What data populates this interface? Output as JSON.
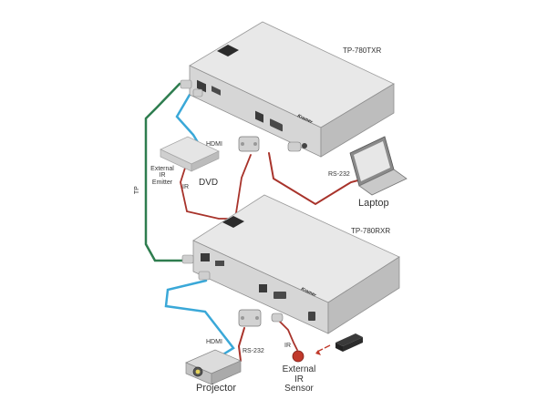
{
  "devices": {
    "transmitter": {
      "model": "TP-780TXR",
      "brand_mark": "Kramer"
    },
    "receiver": {
      "model": "TP-780RXR",
      "brand_mark": "Kramer"
    }
  },
  "peripherals": {
    "dvd": "DVD",
    "laptop": "Laptop",
    "projector": "Projector",
    "external_ir_emitter": [
      "External",
      "IR",
      "Emitter"
    ],
    "external_ir_sensor": [
      "External",
      "IR",
      "Sensor"
    ]
  },
  "cable_labels": {
    "tp": "TP",
    "hdmi_top": "HDMI",
    "ir_top": "IR",
    "rs232_top": "RS-232",
    "hdmi_bottom": "HDMI",
    "rs232_bottom": "RS-232",
    "ir_bottom": "IR"
  },
  "colors": {
    "tp_cable": "#2e7d4f",
    "hdmi_cable": "#3aa8d8",
    "rs232_cable": "#a8332b",
    "ir_cable": "#a8332b",
    "device_body": "#d6d6d6",
    "device_top": "#e8e8e8",
    "device_side": "#bdbdbd",
    "ir_sensor": "#c0392b"
  }
}
